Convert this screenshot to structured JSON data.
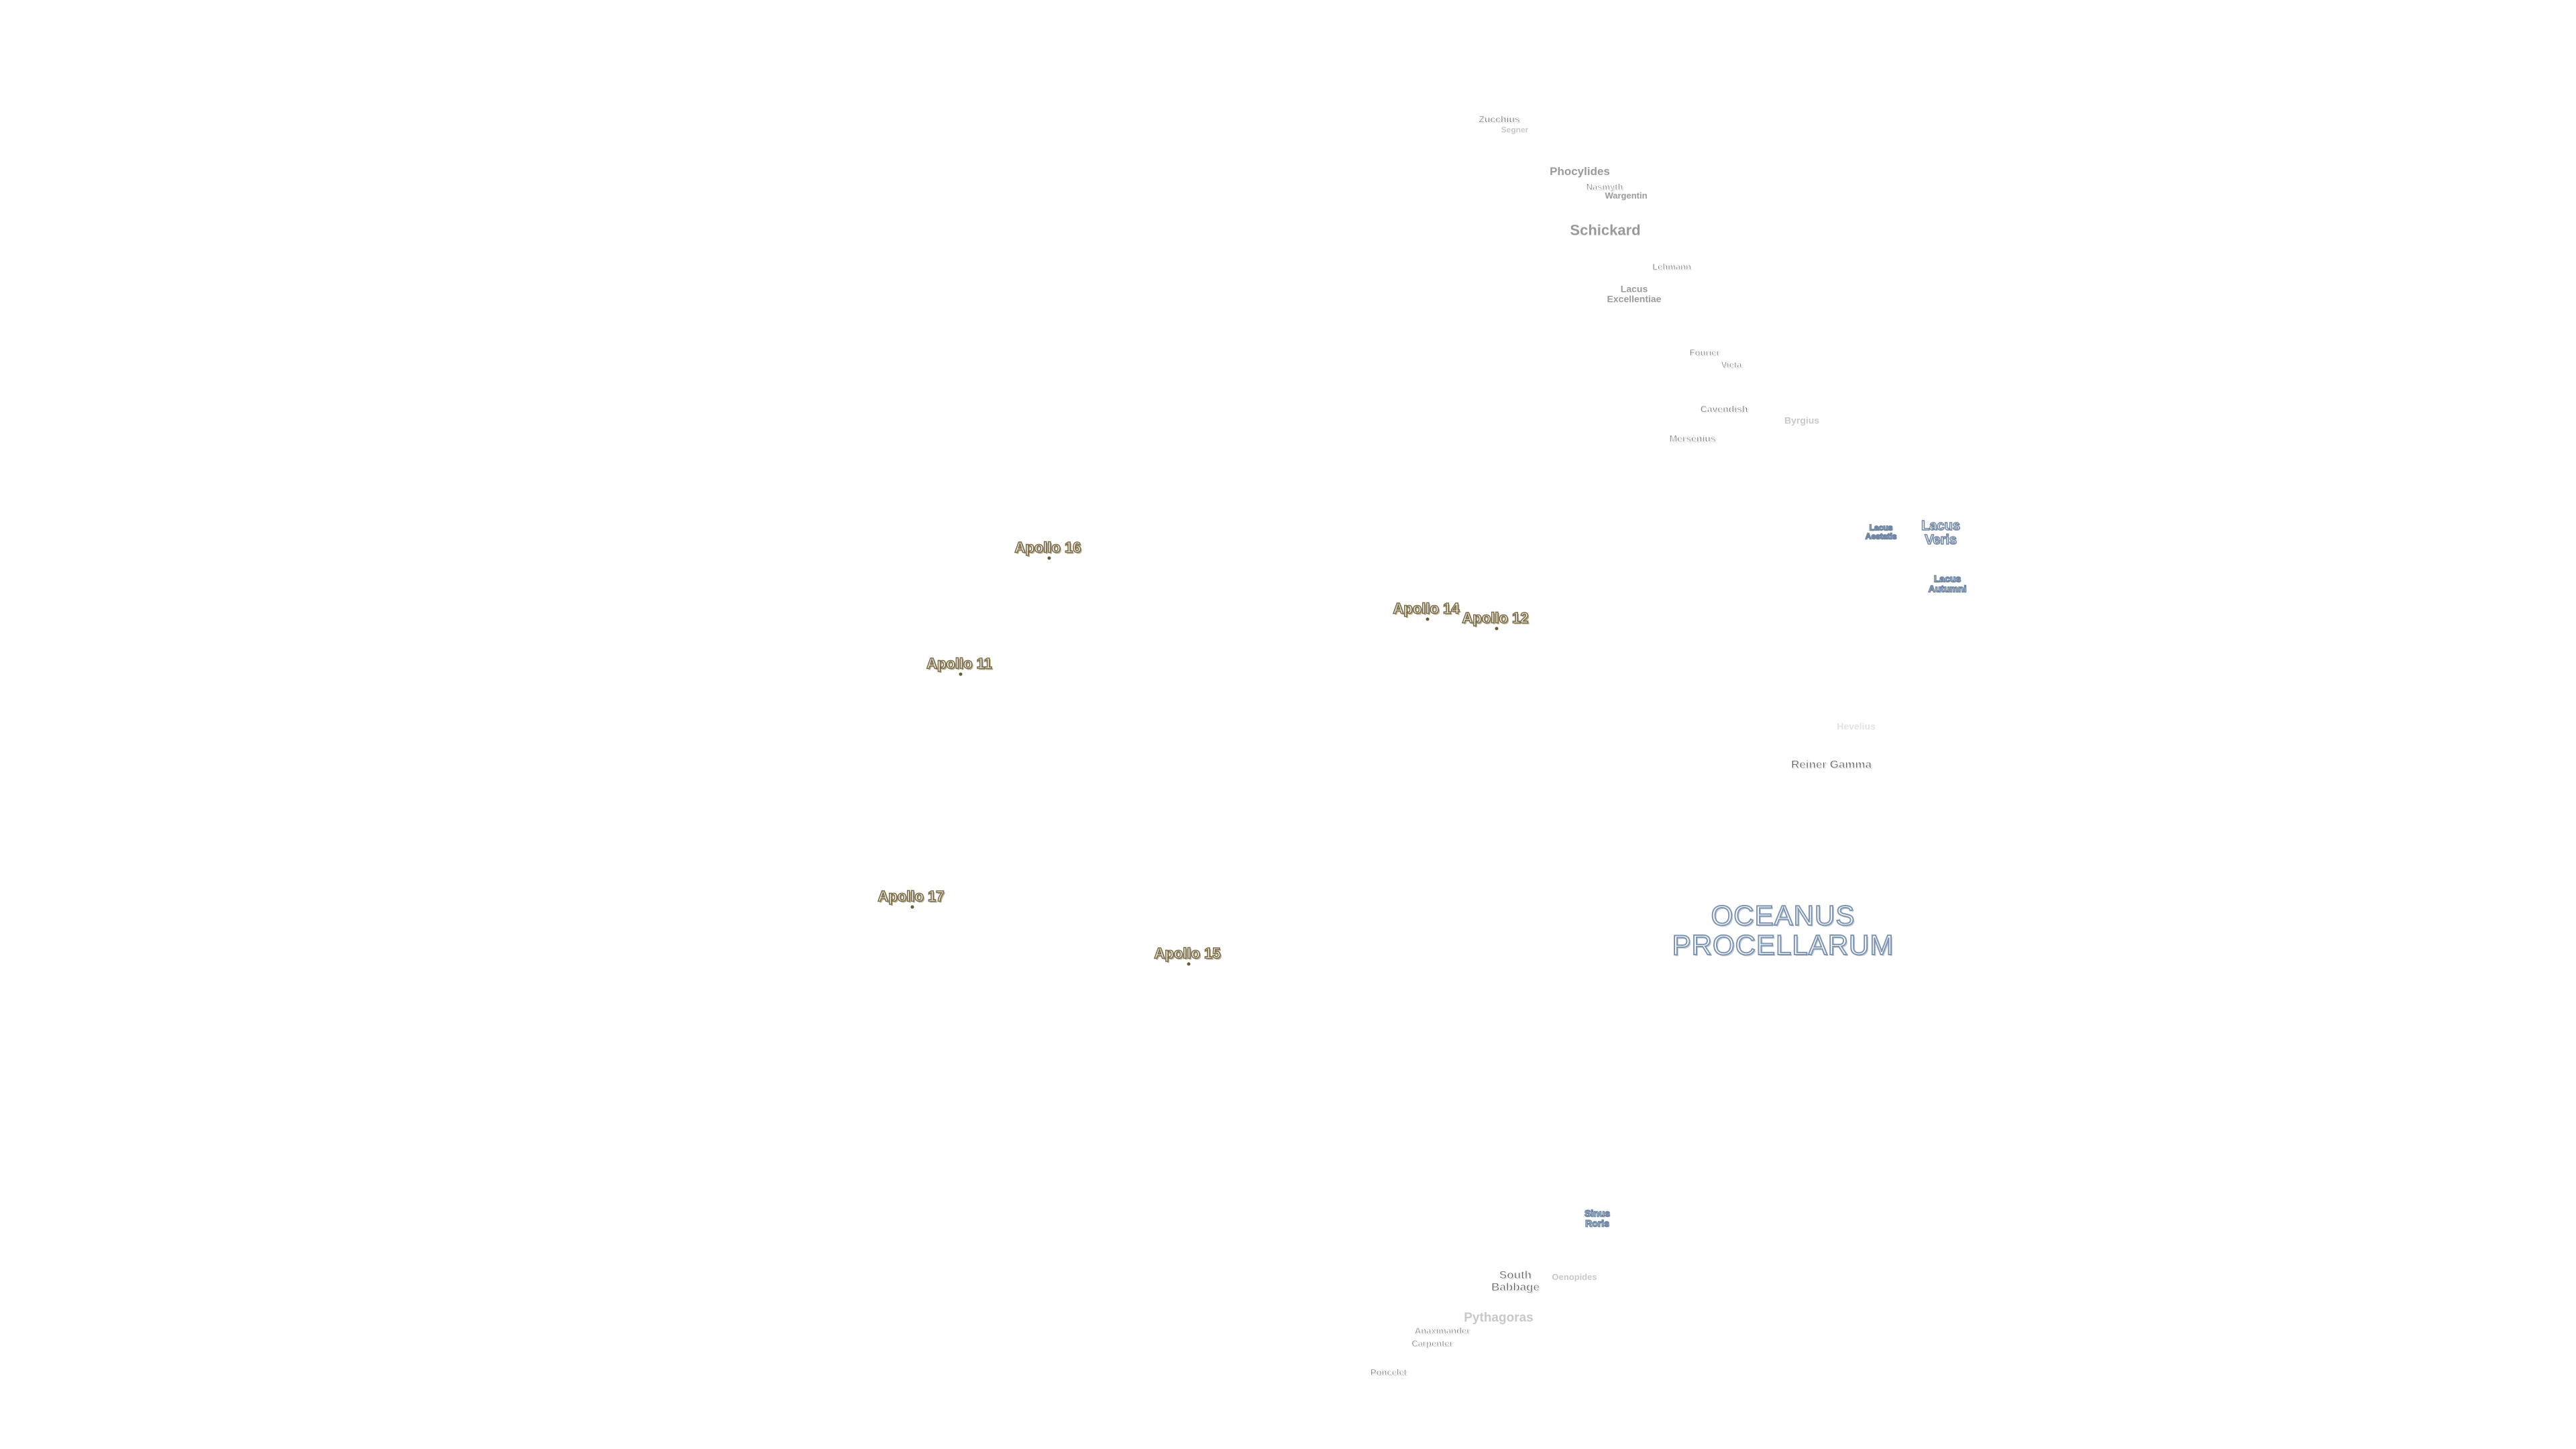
{
  "map": {
    "craters": [
      {
        "key": "zucchius",
        "lines": [
          "Zucchius"
        ],
        "tone": "crater-dark"
      },
      {
        "key": "segner",
        "lines": [
          "Segner"
        ],
        "tone": "crater-pale"
      },
      {
        "key": "phocylides",
        "lines": [
          "Phocylides"
        ],
        "tone": "crater-mid"
      },
      {
        "key": "nasmyth",
        "lines": [
          "Nasmyth"
        ],
        "tone": "crater-dark"
      },
      {
        "key": "wargentin",
        "lines": [
          "Wargentin"
        ],
        "tone": "crater-mid"
      },
      {
        "key": "schickard",
        "lines": [
          "Schickard"
        ],
        "tone": "crater-mid"
      },
      {
        "key": "lehmann",
        "lines": [
          "Lehmann"
        ],
        "tone": "crater-dark"
      },
      {
        "key": "lacus-excellentiae",
        "lines": [
          "Lacus",
          "Excellentiae"
        ],
        "tone": "crater-mid"
      },
      {
        "key": "fourier",
        "lines": [
          "Fourier"
        ],
        "tone": "crater-dark"
      },
      {
        "key": "vieta",
        "lines": [
          "Vieta"
        ],
        "tone": "crater-dark"
      },
      {
        "key": "cavendish",
        "lines": [
          "Cavendish"
        ],
        "tone": "crater-dark"
      },
      {
        "key": "byrgius",
        "lines": [
          "Byrgius"
        ],
        "tone": "crater-pale"
      },
      {
        "key": "mersenius",
        "lines": [
          "Mersenius"
        ],
        "tone": "crater-dark"
      },
      {
        "key": "reiner-gamma",
        "lines": [
          "Reiner Gamma"
        ],
        "tone": "crater-dark"
      },
      {
        "key": "hevelius",
        "lines": [
          "Hevelius"
        ],
        "tone": "crater-faint"
      },
      {
        "key": "south-babbage",
        "lines": [
          "South",
          "Babbage"
        ],
        "tone": "crater-dark"
      },
      {
        "key": "oenopides",
        "lines": [
          "Oenopides"
        ],
        "tone": "crater-pale"
      },
      {
        "key": "pythagoras",
        "lines": [
          "Pythagoras"
        ],
        "tone": "crater-pale"
      },
      {
        "key": "anaximander",
        "lines": [
          "Anaximander"
        ],
        "tone": "crater-dark"
      },
      {
        "key": "carpenter",
        "lines": [
          "Carpenter"
        ],
        "tone": "crater-dark"
      },
      {
        "key": "poncelet",
        "lines": [
          "Poncelet"
        ],
        "tone": "crater-dark"
      }
    ],
    "maria": [
      {
        "key": "lacus-aestatis",
        "lines": [
          "Lacus",
          "Aestatis"
        ]
      },
      {
        "key": "lacus-veris",
        "lines": [
          "Lacus",
          "Veris"
        ]
      },
      {
        "key": "lacus-autumni",
        "lines": [
          "Lacus",
          "Autumni"
        ]
      },
      {
        "key": "sinus-roris",
        "lines": [
          "Sinus",
          "Roris"
        ]
      }
    ],
    "ocean": {
      "key": "oceanus-procellarum",
      "lines": [
        "OCEANUS",
        "PROCELLARUM"
      ]
    },
    "apollo_sites": [
      {
        "key": "apollo-16",
        "label": "Apollo 16"
      },
      {
        "key": "apollo-14",
        "label": "Apollo 14"
      },
      {
        "key": "apollo-12",
        "label": "Apollo 12"
      },
      {
        "key": "apollo-11",
        "label": "Apollo 11"
      },
      {
        "key": "apollo-17",
        "label": "Apollo 17"
      },
      {
        "key": "apollo-15",
        "label": "Apollo 15"
      }
    ],
    "colors": {
      "background": "#ffffff",
      "apollo_outline": "#7a6a48",
      "mare_outline": "#6f86a3",
      "crater_text": "#5a5a5a"
    }
  }
}
